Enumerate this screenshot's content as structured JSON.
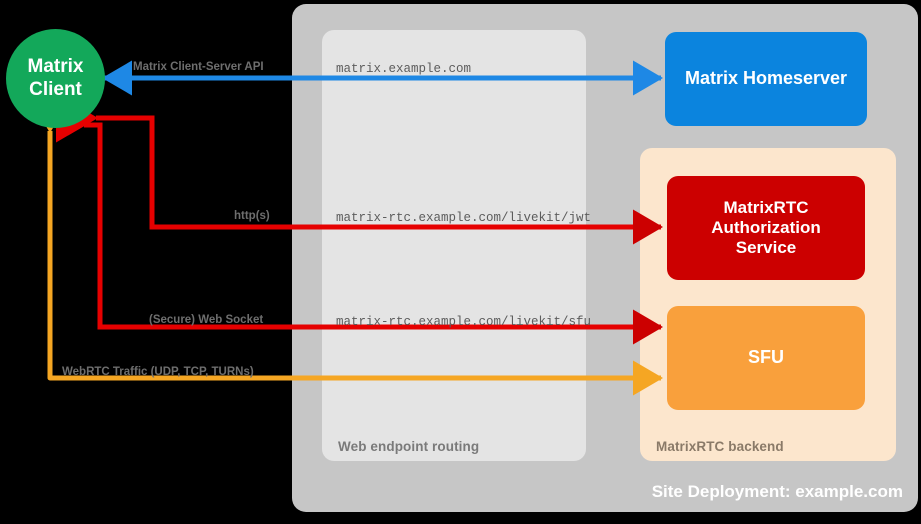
{
  "diagram": {
    "title": "Site Deployment: example.com",
    "colors": {
      "background": "#000000",
      "outer_panel": "#c6c6c6",
      "routing_panel": "#e4e4e4",
      "backend_panel": "#fce6cd",
      "client_green": "#13a85a",
      "homeserver_blue": "#0b84de",
      "auth_red": "#cc0000",
      "sfu_orange": "#f9a03c",
      "arrow_blue": "#1e88e5",
      "arrow_red": "#e60000",
      "arrow_orange": "#f5a623"
    }
  },
  "panels": {
    "outer_label": "Site Deployment: example.com",
    "routing_label": "Web endpoint routing",
    "backend_label": "MatrixRTC backend"
  },
  "nodes": {
    "client": "Matrix\nClient",
    "client_line1": "Matrix",
    "client_line2": "Client",
    "homeserver": "Matrix Homeserver",
    "auth_line1": "MatrixRTC",
    "auth_line2": "Authorization",
    "auth_line3": "Service",
    "sfu": "SFU"
  },
  "edges": [
    {
      "name": "client-server-api",
      "label": "Matrix Client-Server API",
      "route": "matrix.example.com",
      "color": "#1e88e5",
      "direction": "bidirectional",
      "from": "Matrix Client",
      "to": "Matrix Homeserver"
    },
    {
      "name": "https-jwt",
      "label": "http(s)",
      "route": "matrix-rtc.example.com/livekit/jwt",
      "color": "#e60000",
      "direction": "bidirectional",
      "from": "Matrix Client",
      "to": "MatrixRTC Authorization Service"
    },
    {
      "name": "secure-web-socket",
      "label": "(Secure) Web Socket",
      "route": "matrix-rtc.example.com/livekit/sfu",
      "color": "#e60000",
      "direction": "bidirectional",
      "from": "Matrix Client",
      "to": "SFU"
    },
    {
      "name": "webrtc-traffic",
      "label": "WebRTC Traffic (UDP, TCP, TURNs)",
      "route": "",
      "color": "#f5a623",
      "direction": "bidirectional",
      "from": "Matrix Client",
      "to": "SFU"
    }
  ],
  "routes": {
    "matrix": "matrix.example.com",
    "jwt": "matrix-rtc.example.com/livekit/jwt",
    "sfu": "matrix-rtc.example.com/livekit/sfu"
  },
  "labels": {
    "csapi": "Matrix Client-Server API",
    "https": "http(s)",
    "websocket": "(Secure) Web Socket",
    "webrtc": "WebRTC Traffic (UDP, TCP, TURNs)"
  }
}
